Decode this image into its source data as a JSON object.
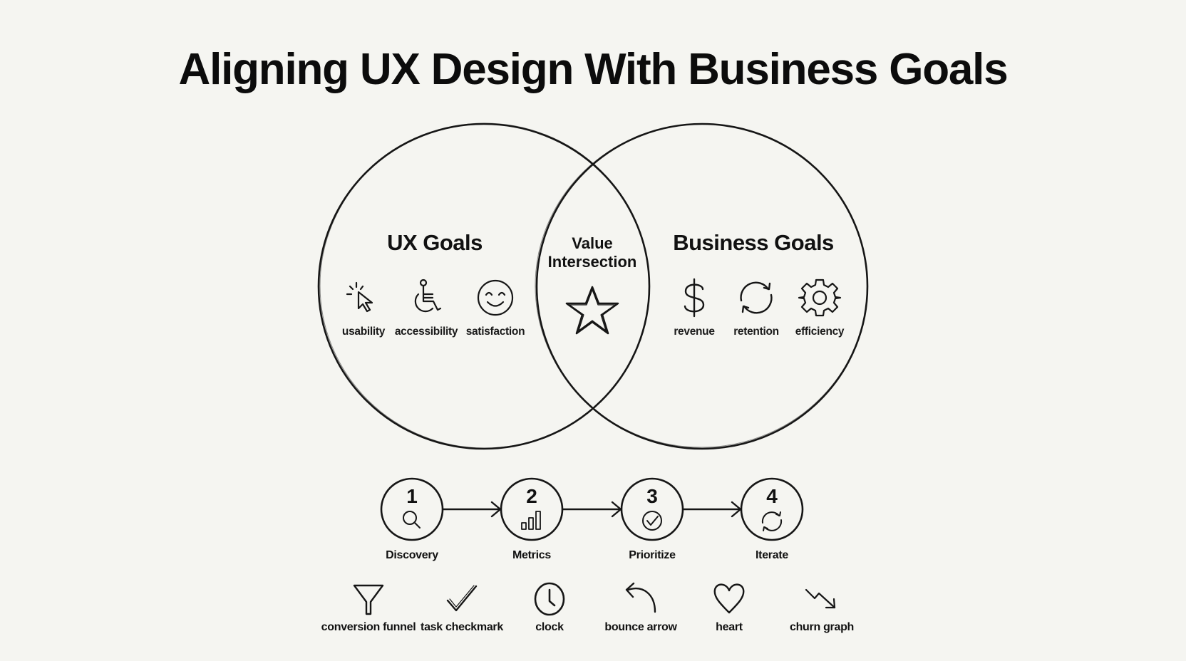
{
  "title": "Aligning UX Design With Business Goals",
  "venn": {
    "left": {
      "heading": "UX Goals",
      "items": [
        {
          "label": "usability",
          "icon": "cursor-click-icon"
        },
        {
          "label": "accessibility",
          "icon": "wheelchair-icon"
        },
        {
          "label": "satisfaction",
          "icon": "smiley-face-icon"
        }
      ]
    },
    "intersection": {
      "heading_line1": "Value",
      "heading_line2": "Intersection",
      "icon": "star-icon"
    },
    "right": {
      "heading": "Business Goals",
      "items": [
        {
          "label": "revenue",
          "icon": "dollar-icon"
        },
        {
          "label": "retention",
          "icon": "refresh-cycle-icon"
        },
        {
          "label": "efficiency",
          "icon": "gear-icon"
        }
      ]
    }
  },
  "process": {
    "steps": [
      {
        "number": "1",
        "label": "Discovery",
        "icon": "magnifier-icon"
      },
      {
        "number": "2",
        "label": "Metrics",
        "icon": "bar-chart-icon"
      },
      {
        "number": "3",
        "label": "Prioritize",
        "icon": "check-circle-icon"
      },
      {
        "number": "4",
        "label": "Iterate",
        "icon": "refresh-cycle-icon"
      }
    ]
  },
  "metrics_icons": [
    {
      "label": "conversion funnel",
      "icon": "funnel-icon"
    },
    {
      "label": "task checkmark",
      "icon": "checkmark-icon"
    },
    {
      "label": "clock",
      "icon": "clock-icon"
    },
    {
      "label": "bounce arrow",
      "icon": "bounce-arrow-icon"
    },
    {
      "label": "heart",
      "icon": "heart-icon"
    },
    {
      "label": "churn graph",
      "icon": "churn-graph-icon"
    }
  ]
}
